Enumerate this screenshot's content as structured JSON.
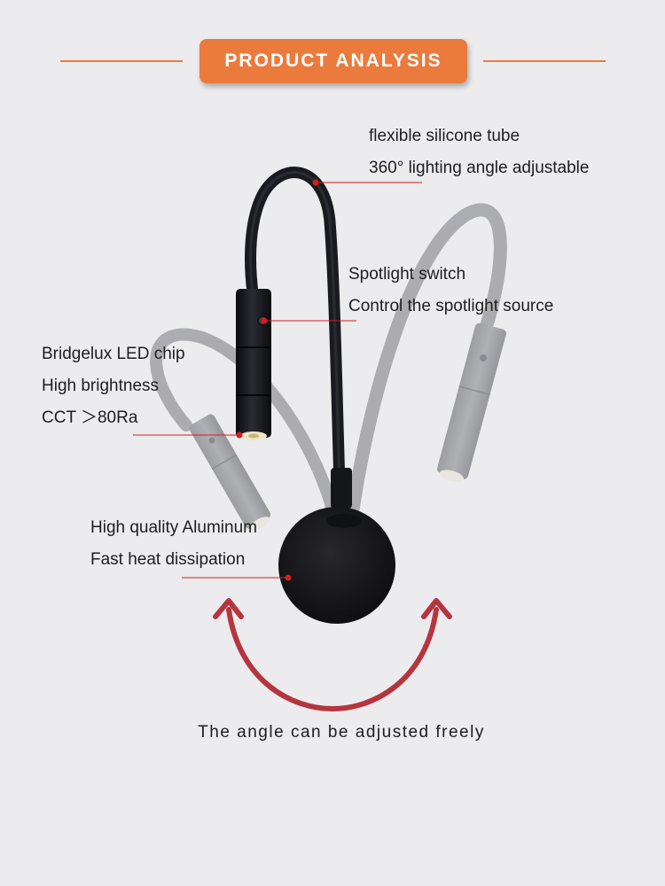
{
  "header": {
    "title": "PRODUCT ANALYSIS",
    "accent_color": "#ea7b3d"
  },
  "callouts": {
    "tube_line1": "flexible silicone tube",
    "tube_line2": "360° lighting angle adjustable",
    "switch_line1": "Spotlight switch",
    "switch_line2": "Control the spotlight source",
    "chip_line1": "Bridgelux LED chip",
    "chip_line2": "High brightness",
    "chip_line3": "CCT ＞80Ra",
    "body_line1": "High quality Aluminum",
    "body_line2": "Fast heat dissipation",
    "pointer_color": "#d21e1e"
  },
  "caption": "The angle can be adjusted freely",
  "arrow_color": "#b5353f"
}
